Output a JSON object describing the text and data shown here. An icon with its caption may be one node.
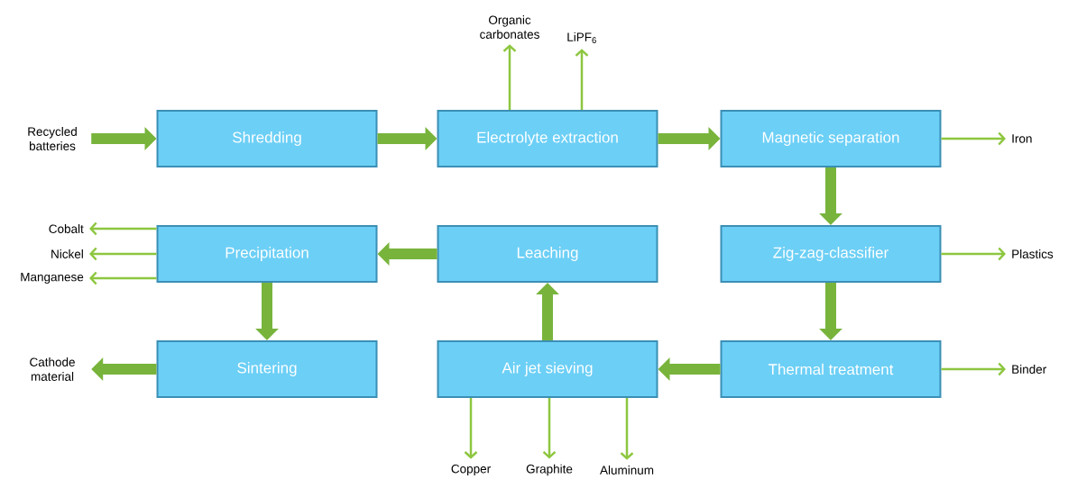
{
  "diagram": {
    "nodes": [
      {
        "text": [
          "Shredding"
        ]
      },
      {
        "text": [
          "Electrolyte extraction"
        ]
      },
      {
        "text": [
          "Magnetic separation"
        ]
      },
      {
        "text": [
          "Precipitation"
        ]
      },
      {
        "text": [
          "Leaching"
        ]
      },
      {
        "text": [
          "Zig-zag-classifier"
        ]
      },
      {
        "text": [
          "Sintering"
        ]
      },
      {
        "text": [
          "Air jet sieving"
        ]
      },
      {
        "text": [
          "Thermal treatment"
        ]
      },
      {
        "text": [
          "Recycled batteries"
        ]
      },
      {
        "text": [
          "Organic carbonates"
        ]
      },
      {
        "text": [
          "LiPF$_{6}$"
        ]
      },
      {
        "text": [
          "Iron"
        ]
      },
      {
        "text": [
          "Cobalt"
        ]
      },
      {
        "text": [
          "Nickel"
        ]
      },
      {
        "text": [
          "Manganese"
        ]
      },
      {
        "text": [
          "Plastics"
        ]
      },
      {
        "text": [
          "Cathode material"
        ]
      },
      {
        "text": [
          "Binder"
        ]
      },
      {
        "text": [
          "Copper"
        ]
      },
      {
        "text": [
          "Graphite"
        ]
      },
      {
        "text": [
          "Aluminum"
        ]
      }
    ],
    "edges": [
      {
        "from": 9,
        "to": 0,
        "arrow": "to",
        "style": "thick"
      },
      {
        "from": 0,
        "to": 1,
        "arrow": "to",
        "style": "thick"
      },
      {
        "from": 1,
        "to": 2,
        "arrow": "to",
        "style": "thick"
      },
      {
        "from": 1,
        "to": 10,
        "arrow": "to"
      },
      {
        "from": 1,
        "to": 11,
        "arrow": "to"
      },
      {
        "from": 2,
        "to": 12,
        "arrow": "to"
      },
      {
        "from": 2,
        "to": 5,
        "arrow": "to",
        "style": "thick"
      },
      {
        "from": 5,
        "to": 16,
        "arrow": "to"
      },
      {
        "from": 5,
        "to": 8,
        "arrow": "to",
        "style": "thick"
      },
      {
        "from": 8,
        "to": 18,
        "arrow": "to"
      },
      {
        "from": 8,
        "to": 7,
        "arrow": "to",
        "style": "thick"
      },
      {
        "from": 7,
        "to": 19,
        "arrow": "to"
      },
      {
        "from": 7,
        "to": 20,
        "arrow": "to"
      },
      {
        "from": 7,
        "to": 21,
        "arrow": "to"
      },
      {
        "from": 7,
        "to": 4,
        "arrow": "to",
        "style": "thick"
      },
      {
        "from": 4,
        "to": 3,
        "arrow": "to",
        "style": "thick"
      },
      {
        "from": 3,
        "to": 13,
        "arrow": "to"
      },
      {
        "from": 3,
        "to": 14,
        "arrow": "to"
      },
      {
        "from": 3,
        "to": 15,
        "arrow": "to"
      },
      {
        "from": 3,
        "to": 6,
        "arrow": "to",
        "style": "thick"
      },
      {
        "from": 6,
        "to": 17,
        "arrow": "to",
        "style": "thick"
      }
    ]
  }
}
